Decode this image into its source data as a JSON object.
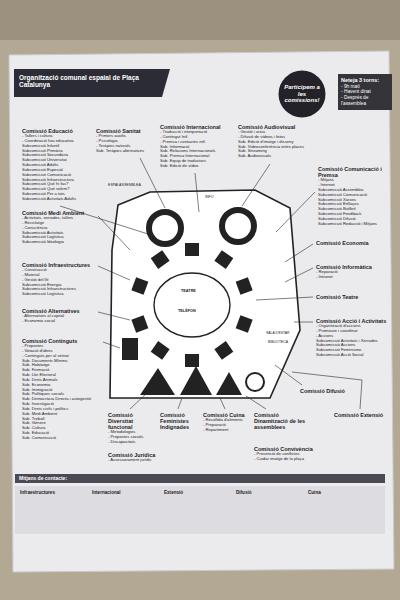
{
  "diagram": {
    "title": "Organització comunal espaial de Plaça Catalunya",
    "nodes": [
      {
        "text": [
          "Participem a les comissions!"
        ]
      },
      {
        "text": [
          "Neteja 3 torns:",
          "- 9h matí",
          "- Havent dinat",
          "- Després de l'assemblea"
        ]
      },
      {
        "text": [
          "Comissió Educació",
          "- Tallers i cultura",
          "- Coordinació fixa educativa",
          "Subcomissió Infantil",
          "Subcomissió Primària",
          "Subcomissió Secundària",
          "Subcomissió Universitat",
          "Subcomissió Adults",
          "Subcomissió Especial",
          "Subcomissió Comunicació",
          "Subcomissió Infraestructura",
          "Subcomissió Què hi fas?",
          "Subcomissió Què volem?",
          "Subcomissió Per a tots",
          "Subcomissió Activitats Adults"
        ]
      },
      {
        "text": [
          "Comissió Sanitat",
          "- Primers auxilis",
          "- Psicologia",
          "- Teràpies naturals",
          "Sub. Teràpies alternatives"
        ]
      },
      {
        "text": [
          "Comissió Internacional",
          "- Traducció i interpretació",
          "- Contingut Intl.",
          "- Premsa i contactes intl.",
          "Sub. Informació",
          "Sub. Relacions Internacionals",
          "Sub. Premsa Internacional",
          "Sub. Equip de traductors",
          "Sub. Edició de vídeo"
        ]
      },
      {
        "text": [
          "Comissió Audiovisual",
          "- Gestió i arxiu",
          "- Difusió de vídeos i fotos",
          "Sub. Edició d'imatge i disseny",
          "Sub. Videoconferència entre places",
          "Sub. Streaming",
          "Sub. Audiovisuals"
        ]
      },
      {
        "text": [
          "Comissió Comunicació i Premsa",
          "- Mitjans",
          "- Internet",
          "Subcomissió Assemblea",
          "Subcomissió Comunicació",
          "Subcomissió Xarxes",
          "Subcomissió Enllaços",
          "Subcomissió Butlletí",
          "Subcomissió Feedback",
          "Subcomissió Difusió",
          "Subcomissió Redacció i Mitjans"
        ]
      },
      {
        "text": [
          "Comissió Medi Ambient",
          "- Activitats, xerrades, tallers",
          "- Reciclatge",
          "- Consciència",
          "Subcomissió Activitats",
          "Subcomissió Logística",
          "Subcomissió Ideologia"
        ]
      },
      {
        "text": [
          "Comissió Economia"
        ]
      },
      {
        "text": [
          "Comissió Infraestructures",
          "- Construcció",
          "- Material",
          "- Gestió del llit",
          "Subcomissió Energia",
          "Subcomissió Infraestructures",
          "Subcomissió Logística"
        ]
      },
      {
        "text": [
          "Comissió Informàtica",
          "- Reparació",
          "- Intranet"
        ]
      },
      {
        "text": [
          "Comissió Teatre"
        ]
      },
      {
        "text": [
          "Comissió Alternatives",
          "- Alternatives al capital",
          "- Economia social"
        ]
      },
      {
        "text": [
          "Comissió Acció i Activitats",
          "- Organització d'accions",
          "- Promoure i coordinar",
          "- Accions",
          "Subcomissió Activitats i Xerrades",
          "Subcomissió Accions",
          "Subcomissió Feminisme",
          "Subcomissió Acció Social"
        ]
      },
      {
        "text": [
          "Comissió Continguts",
          "- Propostes",
          "- Votació d'idees",
          "- Continguts per al veïnat",
          "Sub. Documents Mínims",
          "Sub. Habitatge",
          "Sub. Formació",
          "Sub. Llei Electoral",
          "Sub. Drets Animals",
          "Sub. Economia",
          "Sub. Immigració",
          "Sub. Polítiques socials",
          "Sub. Democràcia Directa i autogestió",
          "Sub. Investigació",
          "Sub. Drets civils i polítics",
          "Sub. Medi Ambient",
          "Sub. Treball",
          "Sub. Gènere",
          "Sub. Cultura",
          "Sub. Educació",
          "Sub. Comunicació"
        ]
      },
      {
        "text": [
          "Comissió Difusió"
        ]
      },
      {
        "text": [
          "Comissió Extensió"
        ]
      },
      {
        "text": [
          "Comissió Diversitat funcional",
          "- Metodologies",
          "- Propostes socials",
          "- Discapacitats"
        ]
      },
      {
        "text": [
          "Comissió Feministes Indignades"
        ]
      },
      {
        "text": [
          "Comissió Cuina",
          "- Recollida d'aliments",
          "- Preparació",
          "- Repartiment"
        ]
      },
      {
        "text": [
          "Comissió Dinamització de les assemblees"
        ]
      },
      {
        "text": [
          "Comissió Jurídica",
          "- Assessorament jurídic"
        ]
      },
      {
        "text": [
          "Comissió Convivència",
          "- Prevenció de conflictes",
          "- Cuidar imatge de la plaça"
        ]
      },
      {
        "text": [
          "Mitjans de contacte:"
        ]
      }
    ],
    "labels": [
      "ESPAI ASSEMBLEA",
      "INFO",
      "TEATRE",
      "TELÈFON",
      "SALA D'ESTAR",
      "BIBLIOTECA",
      "Infraestructures",
      "Internacional",
      "Extensió",
      "Difusió",
      "Cuina"
    ]
  }
}
